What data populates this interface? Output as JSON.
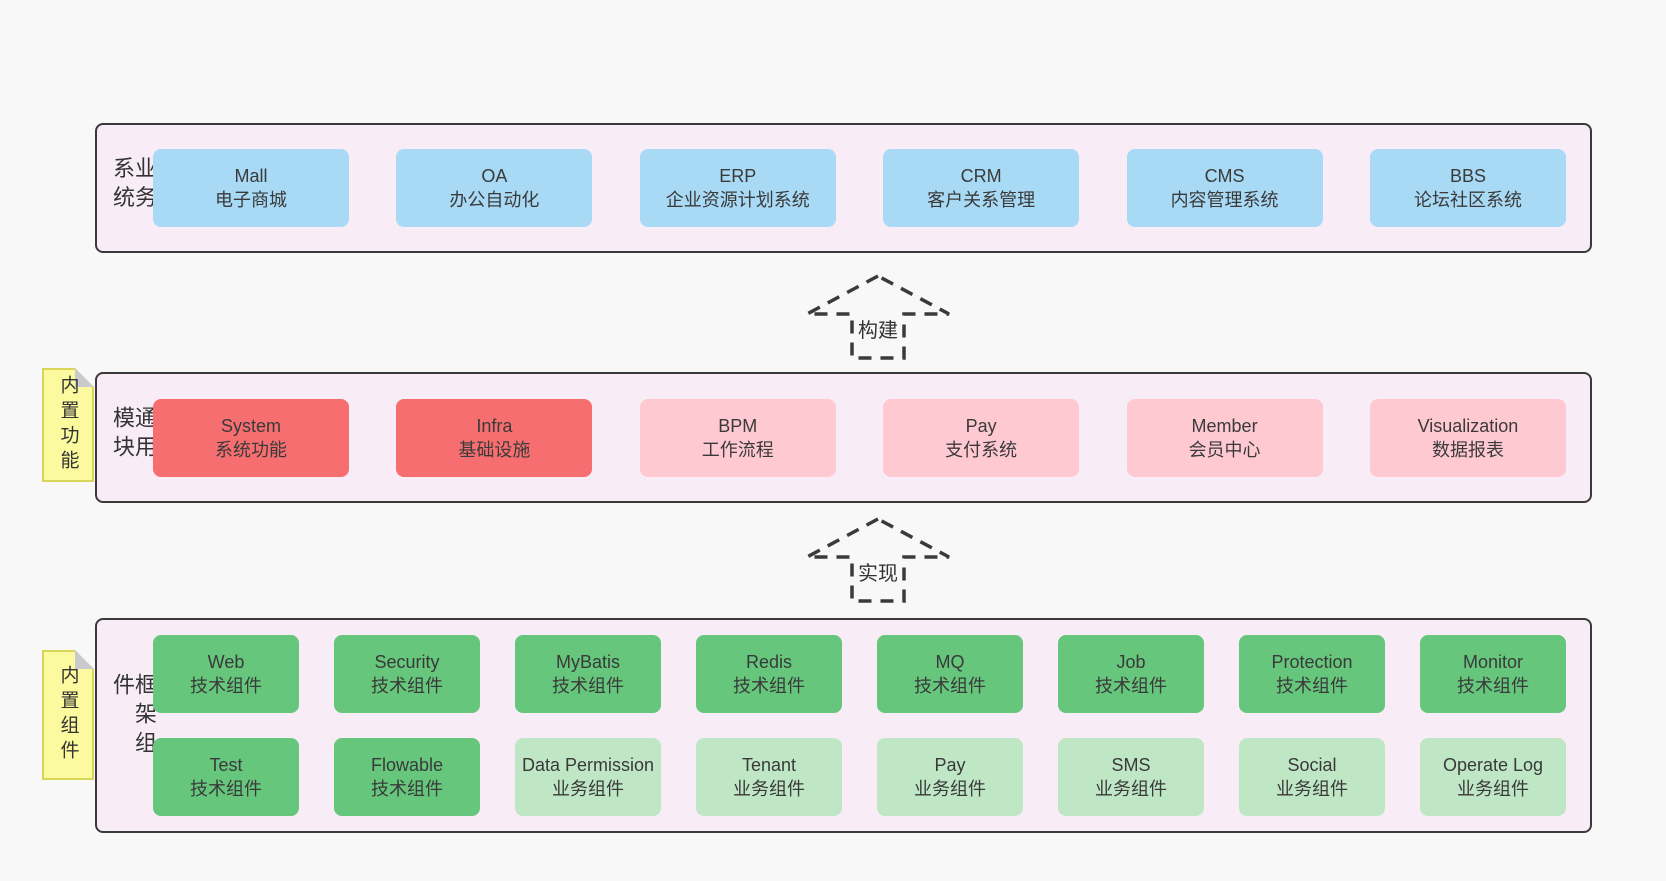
{
  "diagram": {
    "colors": {
      "page_bg": "#f8f8f8",
      "band_bg": "#f8edf6",
      "band_border": "#3a3a3a",
      "box_text": "#3a3a3a",
      "blue": "#a8d9f5",
      "red": "#f76e70",
      "pink": "#ffc9d2",
      "green": "#65c67c",
      "light_green": "#bfe7c5",
      "note_bg": "#fbfa9e",
      "note_border": "#d9d45a",
      "note_fold": "#c9c9ce",
      "arrow": "#3a3a3a"
    },
    "arrows": [
      {
        "label": "构建"
      },
      {
        "label": "实现"
      }
    ],
    "bands": [
      {
        "label": "业务系统",
        "rows": [
          [
            {
              "title": "Mall",
              "subtitle": "电子商城",
              "variant": "blue"
            },
            {
              "title": "OA",
              "subtitle": "办公自动化",
              "variant": "blue"
            },
            {
              "title": "ERP",
              "subtitle": "企业资源计划系统",
              "variant": "blue"
            },
            {
              "title": "CRM",
              "subtitle": "客户关系管理",
              "variant": "blue"
            },
            {
              "title": "CMS",
              "subtitle": "内容管理系统",
              "variant": "blue"
            },
            {
              "title": "BBS",
              "subtitle": "论坛社区系统",
              "variant": "blue"
            }
          ]
        ]
      },
      {
        "label": "通用模块",
        "note": "内置功能",
        "rows": [
          [
            {
              "title": "System",
              "subtitle": "系统功能",
              "variant": "red"
            },
            {
              "title": "Infra",
              "subtitle": "基础设施",
              "variant": "red"
            },
            {
              "title": "BPM",
              "subtitle": "工作流程",
              "variant": "pink"
            },
            {
              "title": "Pay",
              "subtitle": "支付系统",
              "variant": "pink"
            },
            {
              "title": "Member",
              "subtitle": "会员中心",
              "variant": "pink"
            },
            {
              "title": "Visualization",
              "subtitle": "数据报表",
              "variant": "pink"
            }
          ]
        ]
      },
      {
        "label": "框架组件",
        "note": "内置组件",
        "rows": [
          [
            {
              "title": "Web",
              "subtitle": "技术组件",
              "variant": "green"
            },
            {
              "title": "Security",
              "subtitle": "技术组件",
              "variant": "green"
            },
            {
              "title": "MyBatis",
              "subtitle": "技术组件",
              "variant": "green"
            },
            {
              "title": "Redis",
              "subtitle": "技术组件",
              "variant": "green"
            },
            {
              "title": "MQ",
              "subtitle": "技术组件",
              "variant": "green"
            },
            {
              "title": "Job",
              "subtitle": "技术组件",
              "variant": "green"
            },
            {
              "title": "Protection",
              "subtitle": "技术组件",
              "variant": "green"
            },
            {
              "title": "Monitor",
              "subtitle": "技术组件",
              "variant": "green"
            }
          ],
          [
            {
              "title": "Test",
              "subtitle": "技术组件",
              "variant": "green"
            },
            {
              "title": "Flowable",
              "subtitle": "技术组件",
              "variant": "green"
            },
            {
              "title": "Data Permission",
              "subtitle": "业务组件",
              "variant": "lightgreen"
            },
            {
              "title": "Tenant",
              "subtitle": "业务组件",
              "variant": "lightgreen"
            },
            {
              "title": "Pay",
              "subtitle": "业务组件",
              "variant": "lightgreen"
            },
            {
              "title": "SMS",
              "subtitle": "业务组件",
              "variant": "lightgreen"
            },
            {
              "title": "Social",
              "subtitle": "业务组件",
              "variant": "lightgreen"
            },
            {
              "title": "Operate Log",
              "subtitle": "业务组件",
              "variant": "lightgreen"
            }
          ]
        ]
      }
    ]
  }
}
